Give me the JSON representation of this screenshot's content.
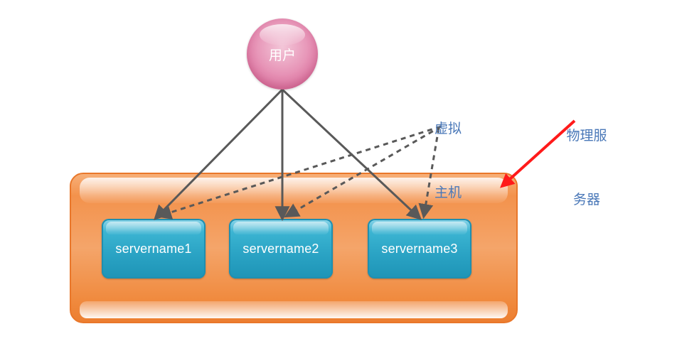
{
  "user_node": {
    "label": "用户"
  },
  "servers": [
    {
      "label": "servername1"
    },
    {
      "label": "servername2"
    },
    {
      "label": "servername3"
    }
  ],
  "annotations": {
    "virtual_host": {
      "line1": "虚拟",
      "line2": "主机"
    },
    "physical_server": {
      "line1": "物理服",
      "line2": "务器"
    }
  },
  "colors": {
    "physical_box": "#f0873a",
    "server_box": "#2aa3c4",
    "user_node": "#e58db2",
    "solid_arrow": "#595959",
    "dashed_arrow": "#595959",
    "pointer_arrow": "#ff1a1a",
    "annotation_text": "#4a78b8"
  }
}
